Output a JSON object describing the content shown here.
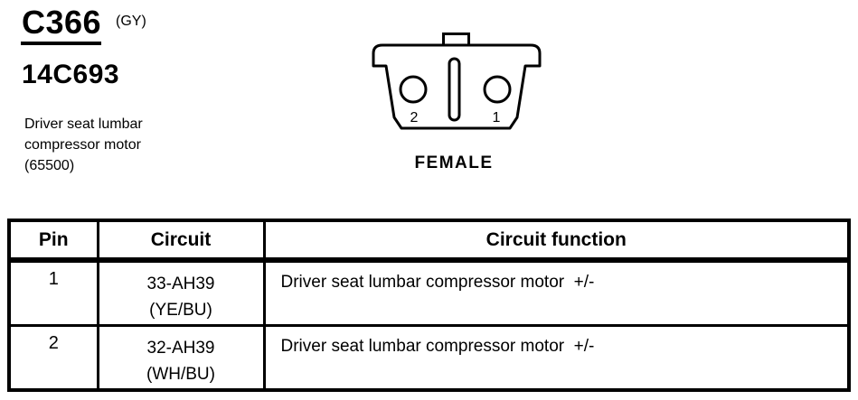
{
  "header": {
    "connector_id": "C366",
    "color_code": "(GY)",
    "part_number": "14C693",
    "description_lines": [
      "Driver seat lumbar",
      "compressor motor",
      "(65500)"
    ]
  },
  "connector": {
    "gender_label": "FEMALE",
    "pins": [
      {
        "number": "2",
        "position": "left"
      },
      {
        "number": "1",
        "position": "right"
      }
    ]
  },
  "table": {
    "headers": [
      "Pin",
      "Circuit",
      "Circuit function"
    ],
    "rows": [
      {
        "pin": "1",
        "circuit": "33-AH39",
        "wire_colors": "(YE/BU)",
        "function": "Driver seat lumbar compressor motor  +/-"
      },
      {
        "pin": "2",
        "circuit": "32-AH39",
        "wire_colors": "(WH/BU)",
        "function": "Driver seat lumbar compressor motor  +/-"
      }
    ]
  },
  "colors": {
    "ink": "#000000",
    "paper": "#ffffff"
  }
}
